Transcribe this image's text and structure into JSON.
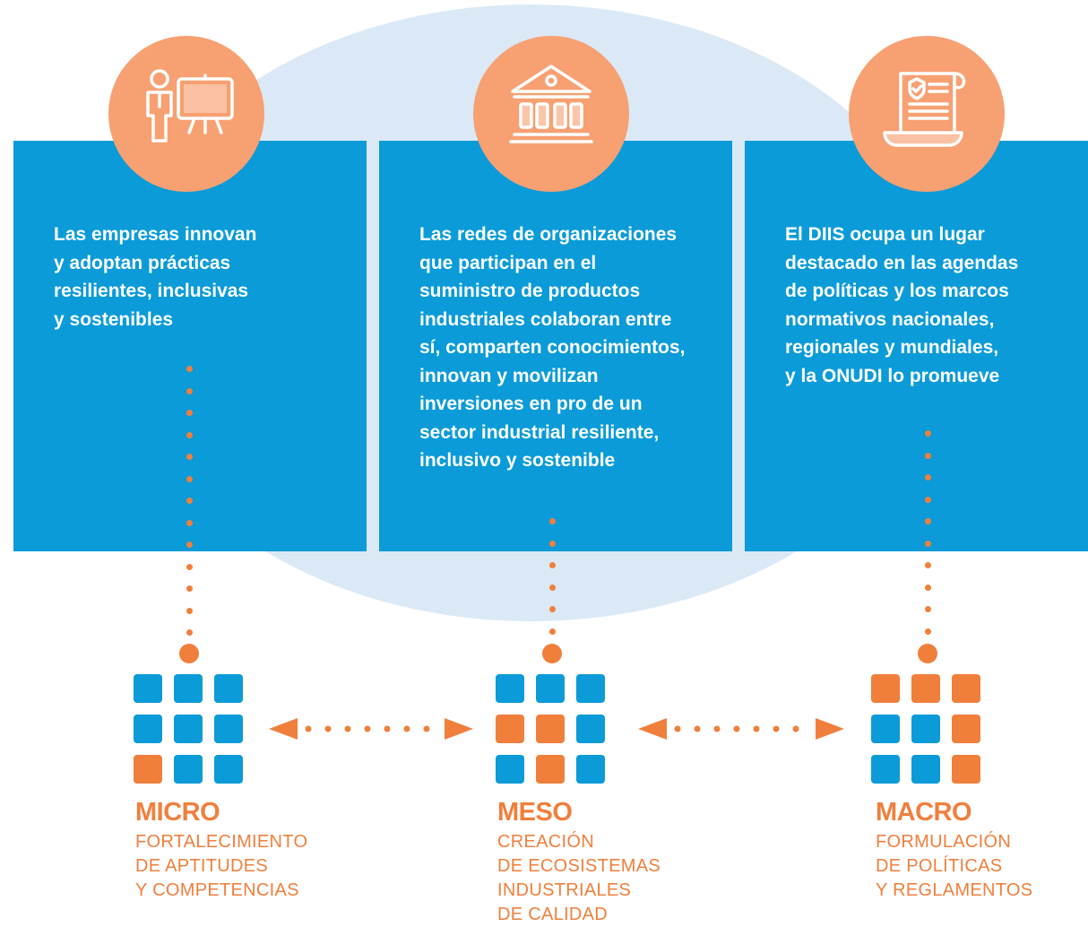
{
  "colors": {
    "panel_blue": "#0a9bd8",
    "ellipse_blue": "#dbe9f6",
    "circle_orange": "#f7a072",
    "accent_orange": "#f07f3c"
  },
  "columns": [
    {
      "icon": "presenter-board-icon",
      "text": "Las empresas innovan\ny adoptan prácticas\nresilientes, inclusivas\ny sostenibles",
      "level": "MICRO",
      "sublabel": "FORTALECIMIENTO\nDE APTITUDES\nY COMPETENCIAS",
      "grid": [
        "blue",
        "blue",
        "blue",
        "blue",
        "blue",
        "blue",
        "orange",
        "blue",
        "blue"
      ]
    },
    {
      "icon": "institution-building-icon",
      "text": "Las redes de organizaciones\nque participan en el\nsuministro de productos\nindustriales colaboran entre\nsí, comparten conocimientos,\ninnovan y movilizan\ninversiones en pro de un\nsector industrial resiliente,\ninclusivo y sostenible",
      "level": "MESO",
      "sublabel": "CREACIÓN\nDE ECOSISTEMAS\nINDUSTRIALES\nDE CALIDAD",
      "grid": [
        "blue",
        "blue",
        "blue",
        "orange",
        "orange",
        "blue",
        "blue",
        "orange",
        "blue"
      ]
    },
    {
      "icon": "policy-scroll-icon",
      "text": "El DIIS ocupa un lugar\ndestacado en las agendas\nde políticas y los marcos\nnormativos nacionales,\nregionales y mundiales,\ny la ONUDI lo promueve",
      "level": "MACRO",
      "sublabel": "FORMULACIÓN\nDE POLÍTICAS\nY REGLAMENTOS",
      "grid": [
        "orange",
        "orange",
        "orange",
        "blue",
        "blue",
        "orange",
        "blue",
        "blue",
        "orange"
      ]
    }
  ]
}
